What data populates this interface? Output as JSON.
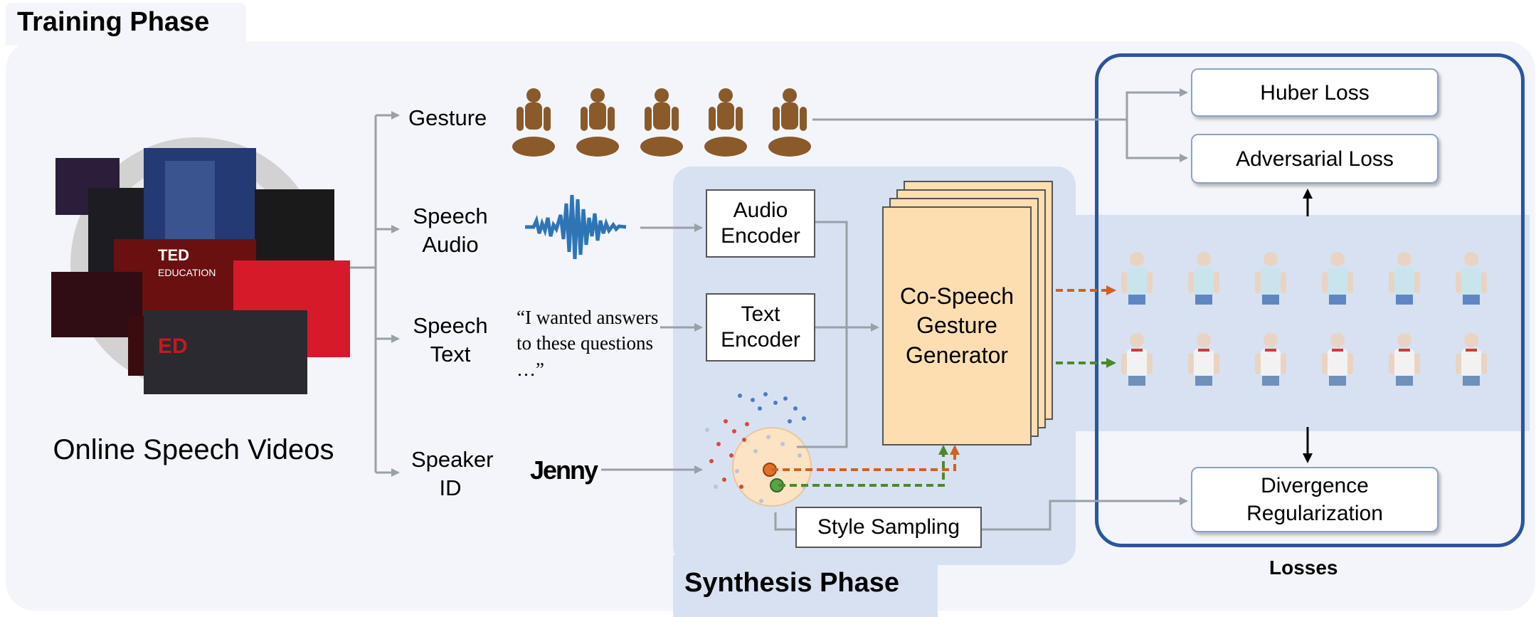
{
  "phases": {
    "training": "Training Phase",
    "synthesis": "Synthesis Phase"
  },
  "source": {
    "title": "Online Speech Videos"
  },
  "inputs": {
    "gesture": "Gesture",
    "speech_audio": "Speech Audio",
    "speech_text": "Speech Text",
    "speaker_id": "Speaker ID"
  },
  "samples": {
    "quote": "“I wanted answers to these questions …”",
    "speaker_name": "Jenny"
  },
  "modules": {
    "audio_encoder": "Audio Encoder",
    "text_encoder": "Text Encoder",
    "generator": "Co-Speech Gesture Generator",
    "style_sampling": "Style Sampling"
  },
  "losses": {
    "title": "Losses",
    "huber": "Huber Loss",
    "adversarial": "Adversarial Loss",
    "divergence": "Divergence Regularization"
  },
  "colors": {
    "frame_blue": "#2a55a0",
    "synthesis_bg": "#d8e1f1",
    "training_bg": "#f3f5fb",
    "generator_fill": "#fcdeb0",
    "arrow_gray": "#9aa0a8",
    "orange_dashed": "#d2611c",
    "green_dashed": "#4a8a2c",
    "waveform_blue": "#2e75b6",
    "mannequin_brown": "#8a5a2b"
  },
  "icons": [
    "video-collage-image",
    "wooden-mannequin-icon",
    "audio-waveform-icon",
    "style-embedding-scatter",
    "avatar-icon"
  ]
}
